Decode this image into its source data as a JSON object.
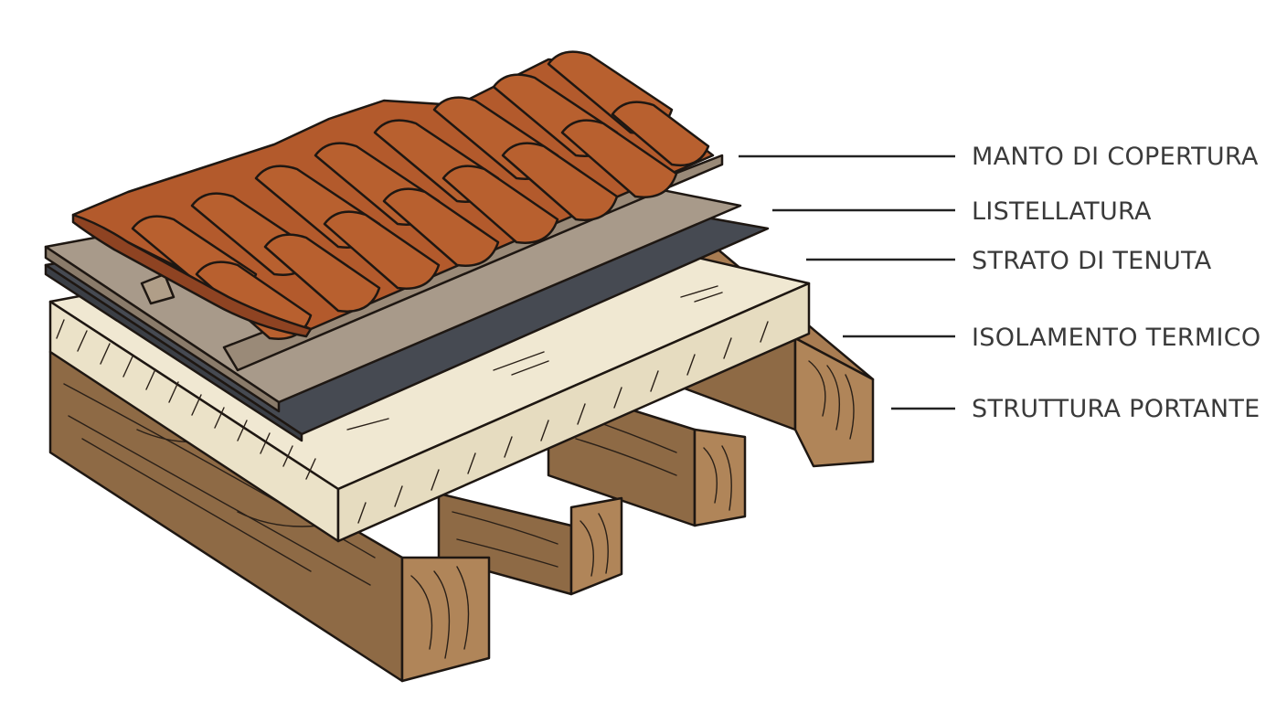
{
  "labels": {
    "roof_covering": "MANTO DI COPERTURA",
    "battens": "LISTELLATURA",
    "membrane": "STRATO DI TENUTA",
    "insulation": "ISOLAMENTO TERMICO",
    "structure": "STRUTTURA PORTANTE"
  },
  "colors": {
    "tile": "#b35a2c",
    "tile_shadow": "#8e4322",
    "batten_top": "#a89a8a",
    "batten_face": "#8a7b6a",
    "membrane": "#464a52",
    "insulation_top": "#f0e8d2",
    "insulation_side": "#ebe2c8",
    "wood_side": "#8e6a45",
    "wood_end": "#b08559",
    "outline": "#1e1712"
  }
}
